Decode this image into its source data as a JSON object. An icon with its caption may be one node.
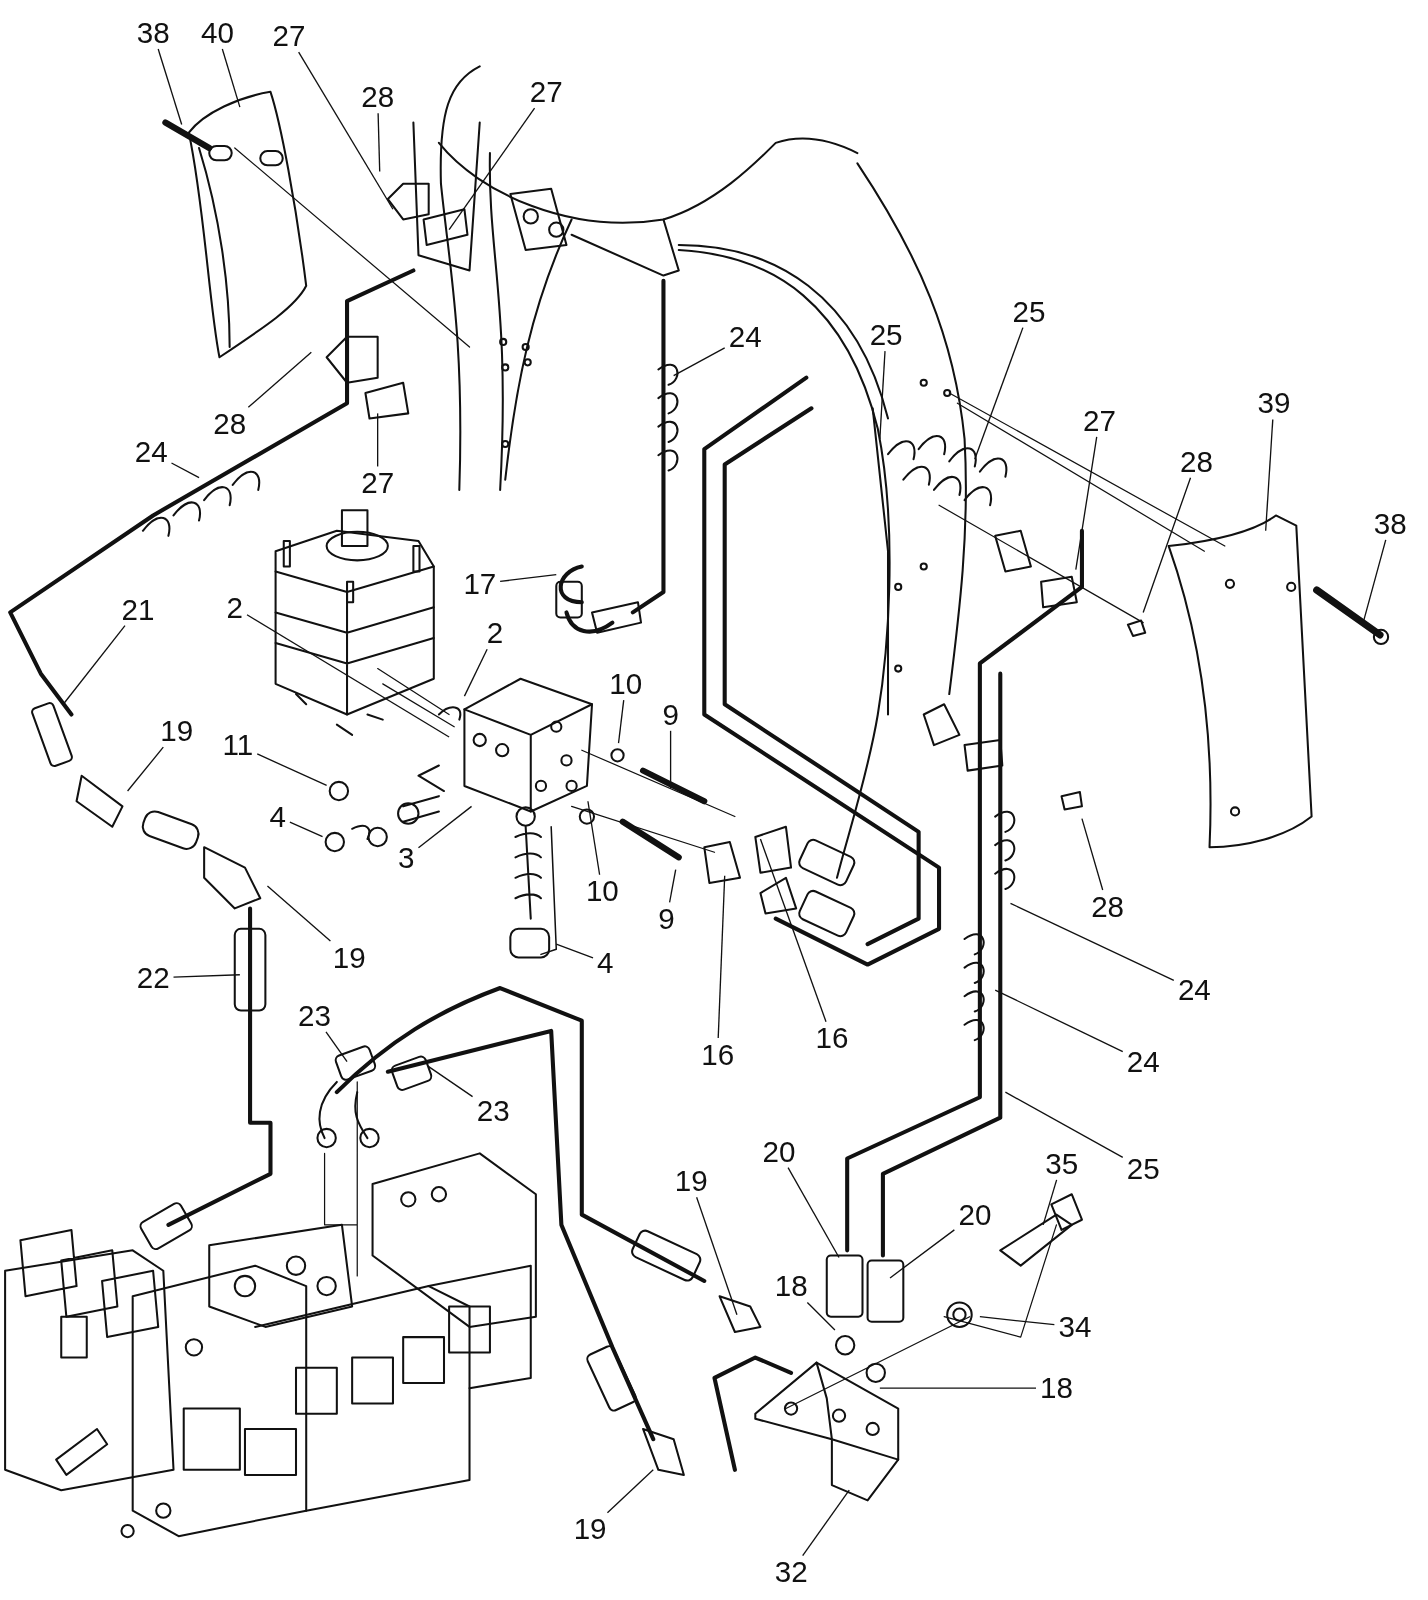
{
  "diagram": {
    "nodes": [
      {
        "text": [
          "38"
        ]
      },
      {
        "text": [
          "40"
        ]
      },
      {
        "text": [
          "27"
        ]
      },
      {
        "text": [
          "28"
        ]
      },
      {
        "text": [
          "27"
        ]
      },
      {
        "text": [
          "24"
        ]
      },
      {
        "text": [
          "25"
        ]
      },
      {
        "text": [
          "25"
        ]
      },
      {
        "text": [
          "28"
        ]
      },
      {
        "text": [
          "24"
        ]
      },
      {
        "text": [
          "27"
        ]
      },
      {
        "text": [
          "27"
        ]
      },
      {
        "text": [
          "39"
        ]
      },
      {
        "text": [
          "28"
        ]
      },
      {
        "text": [
          "38"
        ]
      },
      {
        "text": [
          "17"
        ]
      },
      {
        "text": [
          "21"
        ]
      },
      {
        "text": [
          "2"
        ]
      },
      {
        "text": [
          "2"
        ]
      },
      {
        "text": [
          "10"
        ]
      },
      {
        "text": [
          "9"
        ]
      },
      {
        "text": [
          "19"
        ]
      },
      {
        "text": [
          "11"
        ]
      },
      {
        "text": [
          "4"
        ]
      },
      {
        "text": [
          "3"
        ]
      },
      {
        "text": [
          "10"
        ]
      },
      {
        "text": [
          "9"
        ]
      },
      {
        "text": [
          "19"
        ]
      },
      {
        "text": [
          "4"
        ]
      },
      {
        "text": [
          "22"
        ]
      },
      {
        "text": [
          "28"
        ]
      },
      {
        "text": [
          "24"
        ]
      },
      {
        "text": [
          "16"
        ]
      },
      {
        "text": [
          "16"
        ]
      },
      {
        "text": [
          "23"
        ]
      },
      {
        "text": [
          "24"
        ]
      },
      {
        "text": [
          "23"
        ]
      },
      {
        "text": [
          "25"
        ]
      },
      {
        "text": [
          "20"
        ]
      },
      {
        "text": [
          "19"
        ]
      },
      {
        "text": [
          "35"
        ]
      },
      {
        "text": [
          "20"
        ]
      },
      {
        "text": [
          "18"
        ]
      },
      {
        "text": [
          "34"
        ]
      },
      {
        "text": [
          "18"
        ]
      },
      {
        "text": [
          "19"
        ]
      },
      {
        "text": [
          "32"
        ]
      },
      {
        "text": [],
        "shape": "circle"
      },
      {
        "text": [],
        "shape": "circle"
      }
    ],
    "edges": [
      {
        "from": 0,
        "to": null,
        "arrow": "none"
      },
      {
        "from": 1,
        "to": null,
        "arrow": "none"
      },
      {
        "from": 2,
        "to": null,
        "arrow": "none"
      },
      {
        "from": 3,
        "to": null,
        "arrow": "none"
      },
      {
        "from": 4,
        "to": null,
        "arrow": "none"
      },
      {
        "from": 5,
        "to": null,
        "arrow": "none"
      },
      {
        "from": 6,
        "to": null,
        "arrow": "none"
      },
      {
        "from": 7,
        "to": null,
        "arrow": "none"
      },
      {
        "from": 8,
        "to": null,
        "arrow": "none"
      },
      {
        "from": 9,
        "to": null,
        "arrow": "none"
      },
      {
        "from": 10,
        "to": null,
        "arrow": "none"
      },
      {
        "from": 11,
        "to": null,
        "arrow": "none"
      },
      {
        "from": 12,
        "to": null,
        "arrow": "none"
      },
      {
        "from": 13,
        "to": null,
        "arrow": "none"
      },
      {
        "from": 14,
        "to": null,
        "arrow": "none"
      },
      {
        "from": 15,
        "to": null,
        "arrow": "none"
      },
      {
        "from": 16,
        "to": null,
        "arrow": "none"
      },
      {
        "from": 17,
        "to": null,
        "arrow": "none"
      },
      {
        "from": 18,
        "to": null,
        "arrow": "none"
      },
      {
        "from": 19,
        "to": null,
        "arrow": "none"
      },
      {
        "from": 20,
        "to": null,
        "arrow": "none"
      },
      {
        "from": 21,
        "to": null,
        "arrow": "none"
      },
      {
        "from": 22,
        "to": 47,
        "arrow": "none"
      },
      {
        "from": 23,
        "to": 48,
        "arrow": "none"
      },
      {
        "from": 24,
        "to": null,
        "arrow": "none"
      },
      {
        "from": 25,
        "to": null,
        "arrow": "none"
      },
      {
        "from": 26,
        "to": null,
        "arrow": "none"
      },
      {
        "from": 27,
        "to": null,
        "arrow": "none"
      },
      {
        "from": 28,
        "to": null,
        "arrow": "none"
      },
      {
        "from": 29,
        "to": null,
        "arrow": "none"
      },
      {
        "from": 30,
        "to": null,
        "arrow": "none"
      },
      {
        "from": 31,
        "to": null,
        "arrow": "none"
      },
      {
        "from": 32,
        "to": null,
        "arrow": "none"
      },
      {
        "from": 33,
        "to": null,
        "arrow": "none"
      },
      {
        "from": 34,
        "to": null,
        "arrow": "none"
      },
      {
        "from": 35,
        "to": null,
        "arrow": "none"
      },
      {
        "from": 36,
        "to": null,
        "arrow": "none"
      },
      {
        "from": 37,
        "to": null,
        "arrow": "none"
      },
      {
        "from": 38,
        "to": null,
        "arrow": "none"
      },
      {
        "from": 39,
        "to": null,
        "arrow": "none"
      },
      {
        "from": 40,
        "to": null,
        "arrow": "none"
      },
      {
        "from": 41,
        "to": null,
        "arrow": "none"
      },
      {
        "from": 42,
        "to": null,
        "arrow": "none"
      },
      {
        "from": 43,
        "to": null,
        "arrow": "none"
      },
      {
        "from": 44,
        "to": null,
        "arrow": "none"
      },
      {
        "from": 45,
        "to": null,
        "arrow": "none"
      },
      {
        "from": 46,
        "to": null,
        "arrow": "none"
      }
    ]
  }
}
